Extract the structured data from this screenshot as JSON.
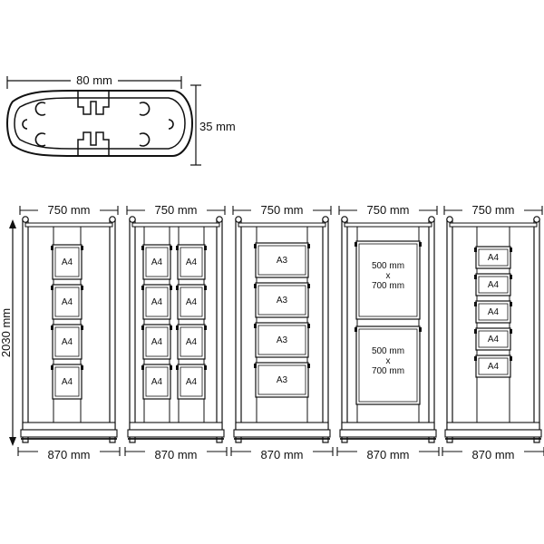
{
  "profile": {
    "width_label": "80 mm",
    "height_label": "35 mm"
  },
  "height_label": "2030 mm",
  "displays": [
    {
      "top_label": "750 mm",
      "bottom_label": "870 mm",
      "layout": "single",
      "pocket_label": "A4",
      "pocket_count": 4
    },
    {
      "top_label": "750 mm",
      "bottom_label": "870 mm",
      "layout": "double",
      "pocket_label": "A4",
      "pocket_count": 4
    },
    {
      "top_label": "750 mm",
      "bottom_label": "870 mm",
      "layout": "wide",
      "pocket_label": "A3",
      "pocket_count": 4
    },
    {
      "top_label": "750 mm",
      "bottom_label": "870 mm",
      "layout": "poster",
      "poster_lines": [
        "500 mm",
        "x",
        "700 mm"
      ],
      "pocket_count": 2
    },
    {
      "top_label": "750 mm",
      "bottom_label": "870 mm",
      "layout": "landscape",
      "pocket_label": "A4",
      "pocket_count": 5
    }
  ]
}
